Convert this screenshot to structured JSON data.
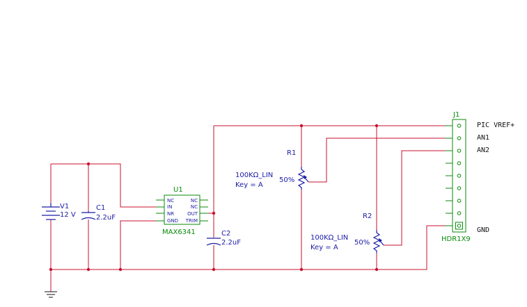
{
  "components": {
    "v1": {
      "ref": "V1",
      "value": "12 V"
    },
    "c1": {
      "ref": "C1",
      "value": "2.2uF"
    },
    "c2": {
      "ref": "C2",
      "value": "2.2uF"
    },
    "u1": {
      "ref": "U1",
      "part": "MAX6341",
      "pins_left": [
        "NC",
        "IN",
        "NR",
        "GND"
      ],
      "pins_right": [
        "NC",
        "NC",
        "OUT",
        "TRIM"
      ]
    },
    "r1": {
      "ref": "R1",
      "value": "100KΩ_LIN",
      "key": "Key = A",
      "pct": "50%"
    },
    "r2": {
      "ref": "R2",
      "value": "100KΩ_LIN",
      "key": "Key = A",
      "pct": "50%"
    },
    "j1": {
      "ref": "J1",
      "part": "HDR1X9",
      "pin_labels": [
        "PIC VREF+",
        "AN1",
        "AN2",
        "GND"
      ]
    }
  }
}
